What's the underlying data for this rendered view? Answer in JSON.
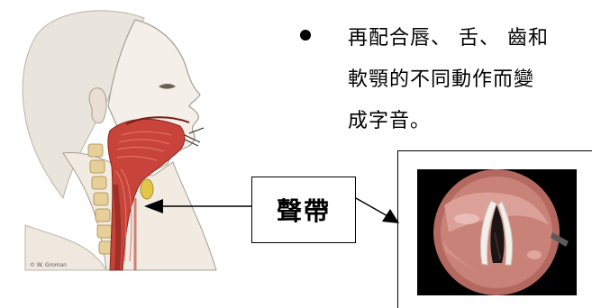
{
  "bullet": {
    "line1": "再配合唇、 舌、 齒和",
    "line2": "軟顎的不同動作而變",
    "line3": "成字音。"
  },
  "label": "聲帶",
  "illustration": {
    "signature": "© W. Groman",
    "subject": "head-neck-anatomy-illustration"
  },
  "photo": {
    "subject": "vocal-cords-endoscopy-photo"
  },
  "colors": {
    "muscle": "#c8443a",
    "skin": "#f1ede6",
    "bone": "#e7cf9a",
    "gland": "#e2c64a"
  }
}
